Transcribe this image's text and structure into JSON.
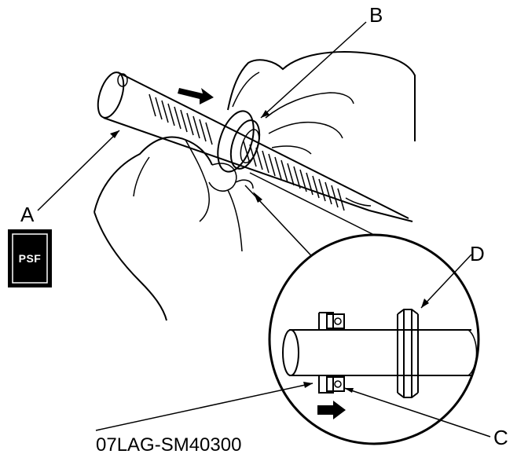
{
  "labels": {
    "a": "A",
    "b": "B",
    "c": "C",
    "d": "D",
    "part_number": "07LAG-SM40300"
  },
  "badge": {
    "text": "PSF"
  },
  "colors": {
    "ink": "#000000",
    "paper": "#ffffff"
  }
}
